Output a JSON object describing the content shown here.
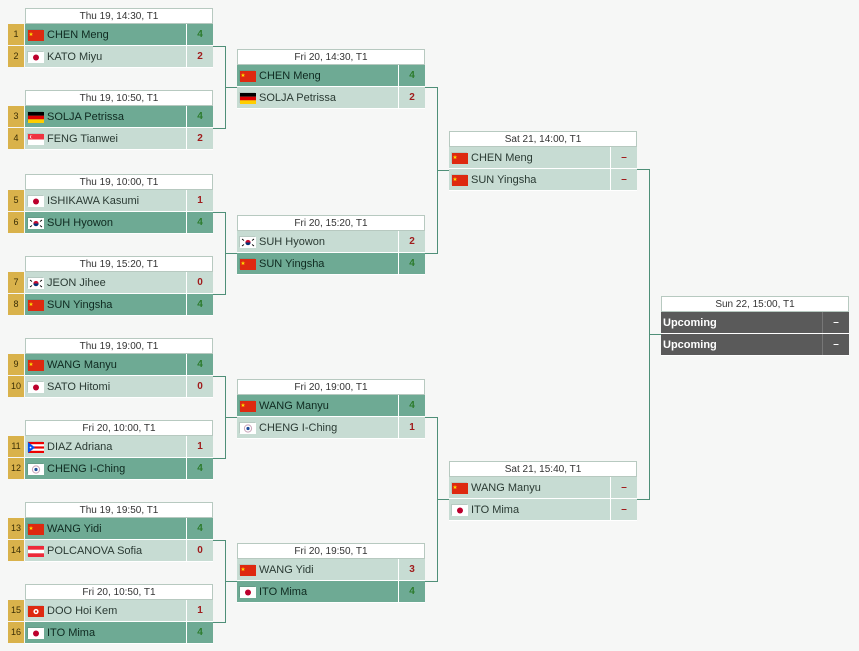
{
  "colors": {
    "win": "#6eaa94",
    "loss": "#c7dcd3",
    "seed": "#d9b24b",
    "upcoming": "#5a5a5a",
    "line": "#4f8f78"
  },
  "round1": [
    {
      "header": "Thu 19, 14:30, T1",
      "players": [
        {
          "seed": "1",
          "flag": "flag-china",
          "name": "CHEN Meng",
          "score": "4",
          "result": "win"
        },
        {
          "seed": "2",
          "flag": "flag-japan",
          "name": "KATO Miyu",
          "score": "2",
          "result": "loss"
        }
      ]
    },
    {
      "header": "Thu 19, 10:50, T1",
      "players": [
        {
          "seed": "3",
          "flag": "flag-germany",
          "name": "SOLJA Petrissa",
          "score": "4",
          "result": "win"
        },
        {
          "seed": "4",
          "flag": "flag-singapore",
          "name": "FENG Tianwei",
          "score": "2",
          "result": "loss"
        }
      ]
    },
    {
      "header": "Thu 19, 10:00, T1",
      "players": [
        {
          "seed": "5",
          "flag": "flag-japan",
          "name": "ISHIKAWA Kasumi",
          "score": "1",
          "result": "loss"
        },
        {
          "seed": "6",
          "flag": "flag-korea",
          "name": "SUH Hyowon",
          "score": "4",
          "result": "win"
        }
      ]
    },
    {
      "header": "Thu 19, 15:20, T1",
      "players": [
        {
          "seed": "7",
          "flag": "flag-korea",
          "name": "JEON Jihee",
          "score": "0",
          "result": "loss"
        },
        {
          "seed": "8",
          "flag": "flag-china",
          "name": "SUN Yingsha",
          "score": "4",
          "result": "win"
        }
      ]
    },
    {
      "header": "Thu 19, 19:00, T1",
      "players": [
        {
          "seed": "9",
          "flag": "flag-china",
          "name": "WANG Manyu",
          "score": "4",
          "result": "win"
        },
        {
          "seed": "10",
          "flag": "flag-japan",
          "name": "SATO Hitomi",
          "score": "0",
          "result": "loss"
        }
      ]
    },
    {
      "header": "Fri 20, 10:00, T1",
      "players": [
        {
          "seed": "11",
          "flag": "flag-puerto-rico",
          "name": "DIAZ Adriana",
          "score": "1",
          "result": "loss"
        },
        {
          "seed": "12",
          "flag": "flag-chinese-taipei",
          "name": "CHENG I-Ching",
          "score": "4",
          "result": "win"
        }
      ]
    },
    {
      "header": "Thu 19, 19:50, T1",
      "players": [
        {
          "seed": "13",
          "flag": "flag-china",
          "name": "WANG Yidi",
          "score": "4",
          "result": "win"
        },
        {
          "seed": "14",
          "flag": "flag-austria",
          "name": "POLCANOVA Sofia",
          "score": "0",
          "result": "loss"
        }
      ]
    },
    {
      "header": "Fri 20, 10:50, T1",
      "players": [
        {
          "seed": "15",
          "flag": "flag-hong-kong",
          "name": "DOO Hoi Kem",
          "score": "1",
          "result": "loss"
        },
        {
          "seed": "16",
          "flag": "flag-japan",
          "name": "ITO Mima",
          "score": "4",
          "result": "win"
        }
      ]
    }
  ],
  "round2": [
    {
      "header": "Fri 20, 14:30, T1",
      "players": [
        {
          "flag": "flag-china",
          "name": "CHEN Meng",
          "score": "4",
          "result": "win"
        },
        {
          "flag": "flag-germany",
          "name": "SOLJA Petrissa",
          "score": "2",
          "result": "loss"
        }
      ]
    },
    {
      "header": "Fri 20, 15:20, T1",
      "players": [
        {
          "flag": "flag-korea",
          "name": "SUH Hyowon",
          "score": "2",
          "result": "loss"
        },
        {
          "flag": "flag-china",
          "name": "SUN Yingsha",
          "score": "4",
          "result": "win"
        }
      ]
    },
    {
      "header": "Fri 20, 19:00, T1",
      "players": [
        {
          "flag": "flag-china",
          "name": "WANG Manyu",
          "score": "4",
          "result": "win"
        },
        {
          "flag": "flag-chinese-taipei",
          "name": "CHENG I-Ching",
          "score": "1",
          "result": "loss"
        }
      ]
    },
    {
      "header": "Fri 20, 19:50, T1",
      "players": [
        {
          "flag": "flag-china",
          "name": "WANG Yidi",
          "score": "3",
          "result": "loss"
        },
        {
          "flag": "flag-japan",
          "name": "ITO Mima",
          "score": "4",
          "result": "win"
        }
      ]
    }
  ],
  "round3": [
    {
      "header": "Sat 21, 14:00, T1",
      "players": [
        {
          "flag": "flag-china",
          "name": "CHEN Meng",
          "score": "–",
          "result": "loss"
        },
        {
          "flag": "flag-china",
          "name": "SUN Yingsha",
          "score": "–",
          "result": "loss"
        }
      ]
    },
    {
      "header": "Sat 21, 15:40, T1",
      "players": [
        {
          "flag": "flag-china",
          "name": "WANG Manyu",
          "score": "–",
          "result": "loss"
        },
        {
          "flag": "flag-japan",
          "name": "ITO Mima",
          "score": "–",
          "result": "loss"
        }
      ]
    }
  ],
  "final": [
    {
      "header": "Sun 22, 15:00, T1",
      "players": [
        {
          "flag": "",
          "name": "Upcoming",
          "score": "–",
          "result": "upcoming"
        },
        {
          "flag": "",
          "name": "Upcoming",
          "score": "–",
          "result": "upcoming"
        }
      ]
    }
  ]
}
